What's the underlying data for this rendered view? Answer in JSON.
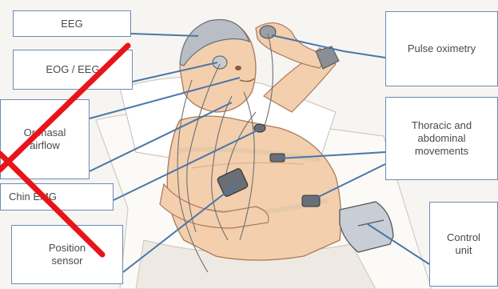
{
  "labels": {
    "eeg": "EEG",
    "eog": "EOG / EEG",
    "oronasal": "Oronasal\nairflow",
    "chin_emg": "Chin EMG",
    "position_sensor": "Position\nsensor",
    "pulse_oximetry": "Pulse oximetry",
    "thoracic": "Thoracic and\nabdominal\nmovements",
    "control_unit": "Control\nunit"
  },
  "colors": {
    "connector": "#4a76a8",
    "box_border": "#6b8bb5",
    "label_text": "#4a4a4a",
    "strike_mark": "#e8141a",
    "skin": "#f3cfae",
    "skin_shadow": "#d9a984"
  }
}
